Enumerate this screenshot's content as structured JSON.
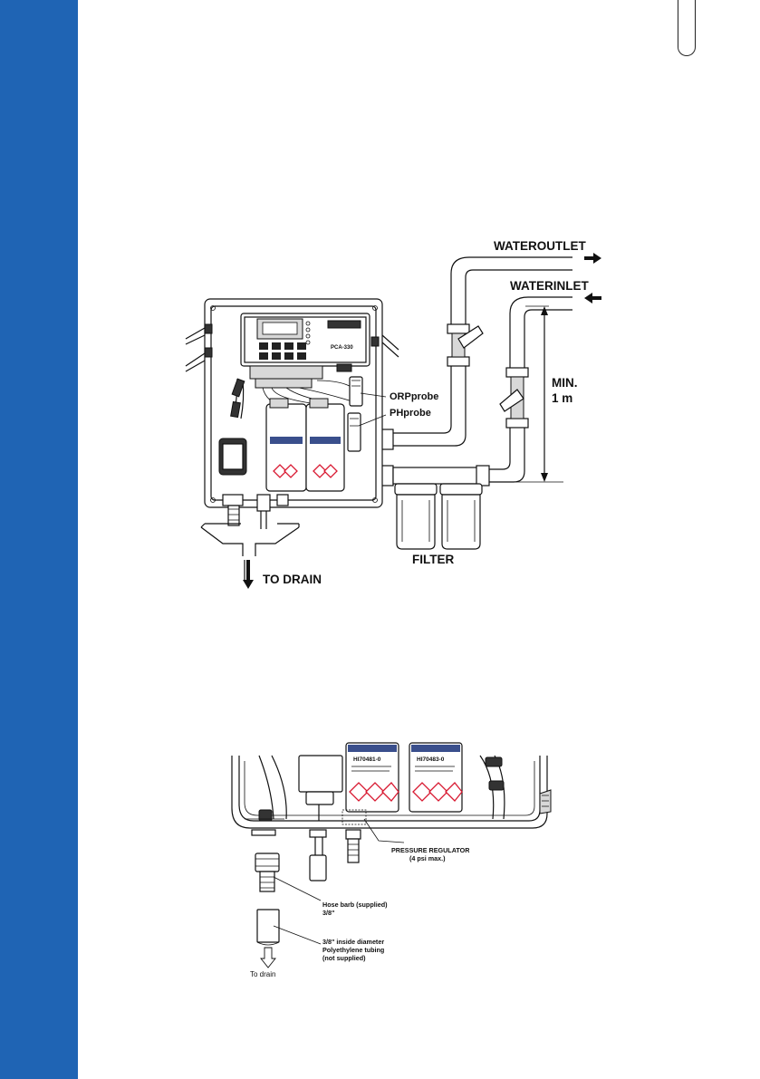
{
  "diagram1": {
    "labels": {
      "water_outlet": "WATEROUTLET",
      "water_inlet": "WATERINLET",
      "min_height_1": "MIN.",
      "min_height_2": "1 m",
      "orp_probe": "ORPprobe",
      "ph_probe": "PHprobe",
      "filter": "FILTER",
      "to_drain": "TO DRAIN",
      "panel_model": "PCA-330"
    }
  },
  "diagram2": {
    "labels": {
      "pressure_regulator_1": "PRESSURE REGULATOR",
      "pressure_regulator_2": "(4 psi max.)",
      "hose_barb_1": "Hose barb (supplied)",
      "hose_barb_2": "3/8\"",
      "tubing_1": "3/8\" inside diameter",
      "tubing_2": "Polyethylene tubing",
      "tubing_3": "(not supplied)",
      "to_drain": "To drain",
      "bottle_left_code": "HI70481-0",
      "bottle_right_code": "HI70483-0"
    }
  },
  "colors": {
    "sidebar": "#1f64b4",
    "hazard": "#d81a32",
    "label_blue": "#3a4f8c"
  },
  "icons": [
    "arrow-right-icon",
    "arrow-left-icon",
    "arrow-down-icon",
    "hollow-arrow-down-icon",
    "hazard-diamond-icon"
  ]
}
